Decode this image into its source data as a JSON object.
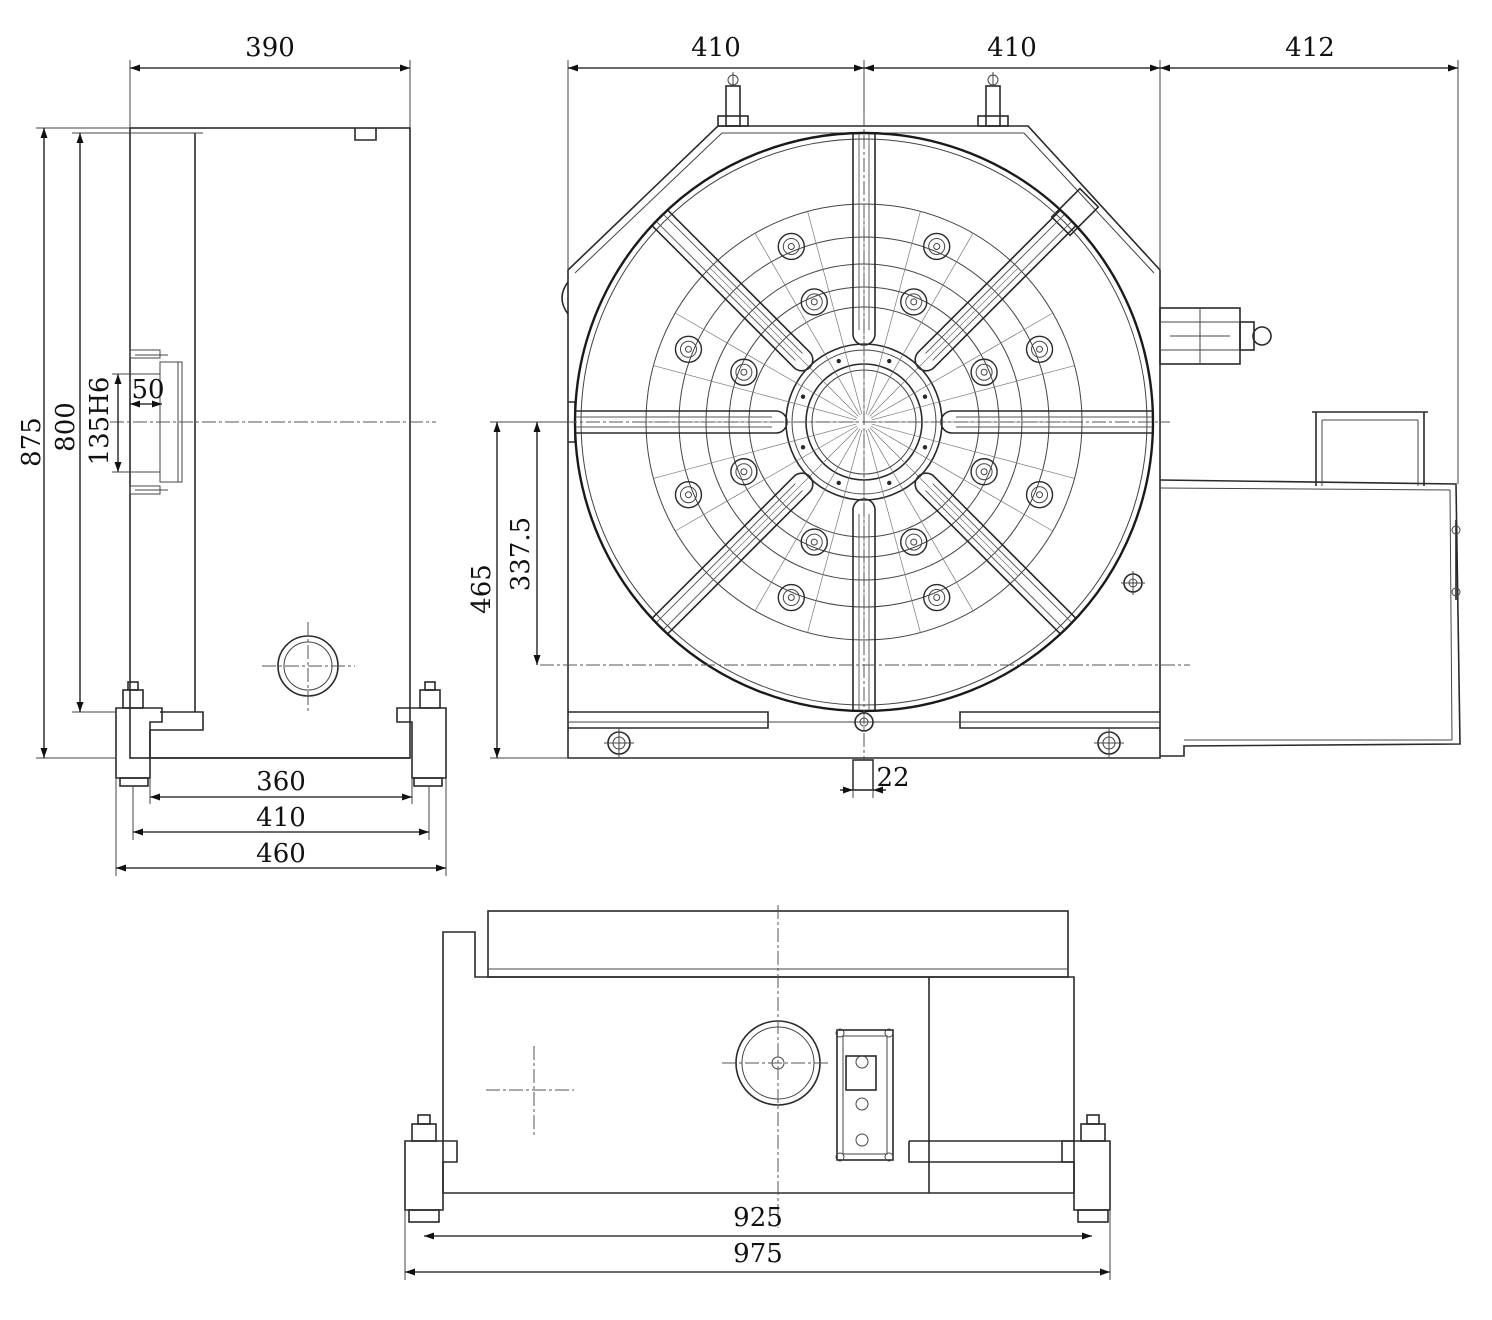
{
  "colors": {
    "line": "#2a2a2a",
    "background": "#ffffff"
  },
  "dimensions": {
    "side_view": {
      "top_width": "390",
      "overall_height": "875",
      "height_to_axis": "800",
      "bore": "135H6",
      "bore_depth": "50",
      "base_360": "360",
      "base_410": "410",
      "base_460": "460"
    },
    "front_view": {
      "left_half": "410",
      "right_half": "410",
      "motor_extension": "412",
      "axis_height": "465",
      "axis_to_base": "337.5",
      "slot_width": "22"
    },
    "top_view": {
      "width_925": "925",
      "width_975": "975"
    }
  }
}
